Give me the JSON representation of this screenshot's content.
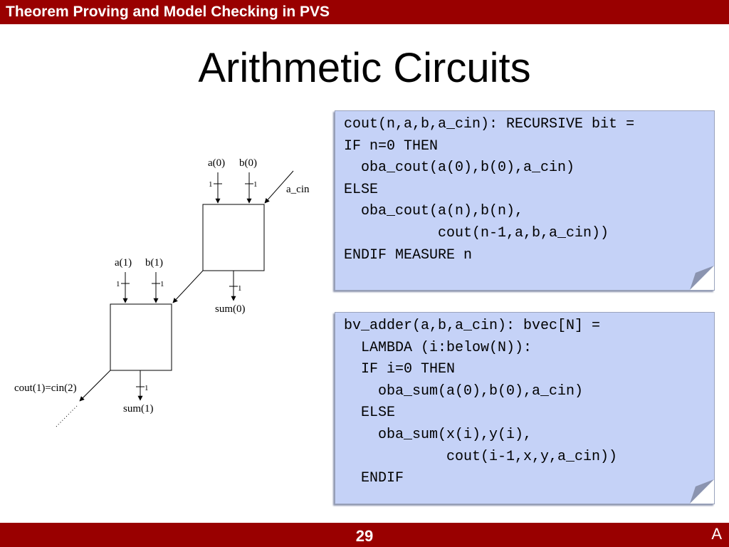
{
  "header": {
    "title": "Theorem Proving and Model Checking in PVS"
  },
  "slide": {
    "title": "Arithmetic Circuits"
  },
  "diagram": {
    "labels": {
      "a0": "a(0)",
      "b0": "b(0)",
      "a1": "a(1)",
      "b1": "b(1)",
      "a_cin": "a_cin",
      "sum0": "sum(0)",
      "sum1": "sum(1)",
      "cout_cin": "cout(1)=cin(2)",
      "width": "1"
    }
  },
  "code_boxes": [
    {
      "code": "cout(n,a,b,a_cin): RECURSIVE bit =\nIF n=0 THEN\n  oba_cout(a(0),b(0),a_cin)\nELSE\n  oba_cout(a(n),b(n),\n           cout(n-1,a,b,a_cin))\nENDIF MEASURE n"
    },
    {
      "code": "bv_adder(a,b,a_cin): bvec[N] =\n  LAMBDA (i:below(N)):\n  IF i=0 THEN\n    oba_sum(a(0),b(0),a_cin)\n  ELSE\n    oba_sum(x(i),y(i),\n            cout(i-1,x,y,a_cin))\n  ENDIF"
    }
  ],
  "footer": {
    "page": "29",
    "mark": "A"
  },
  "colors": {
    "bar": "#990000",
    "box": "#c5d2f7"
  }
}
